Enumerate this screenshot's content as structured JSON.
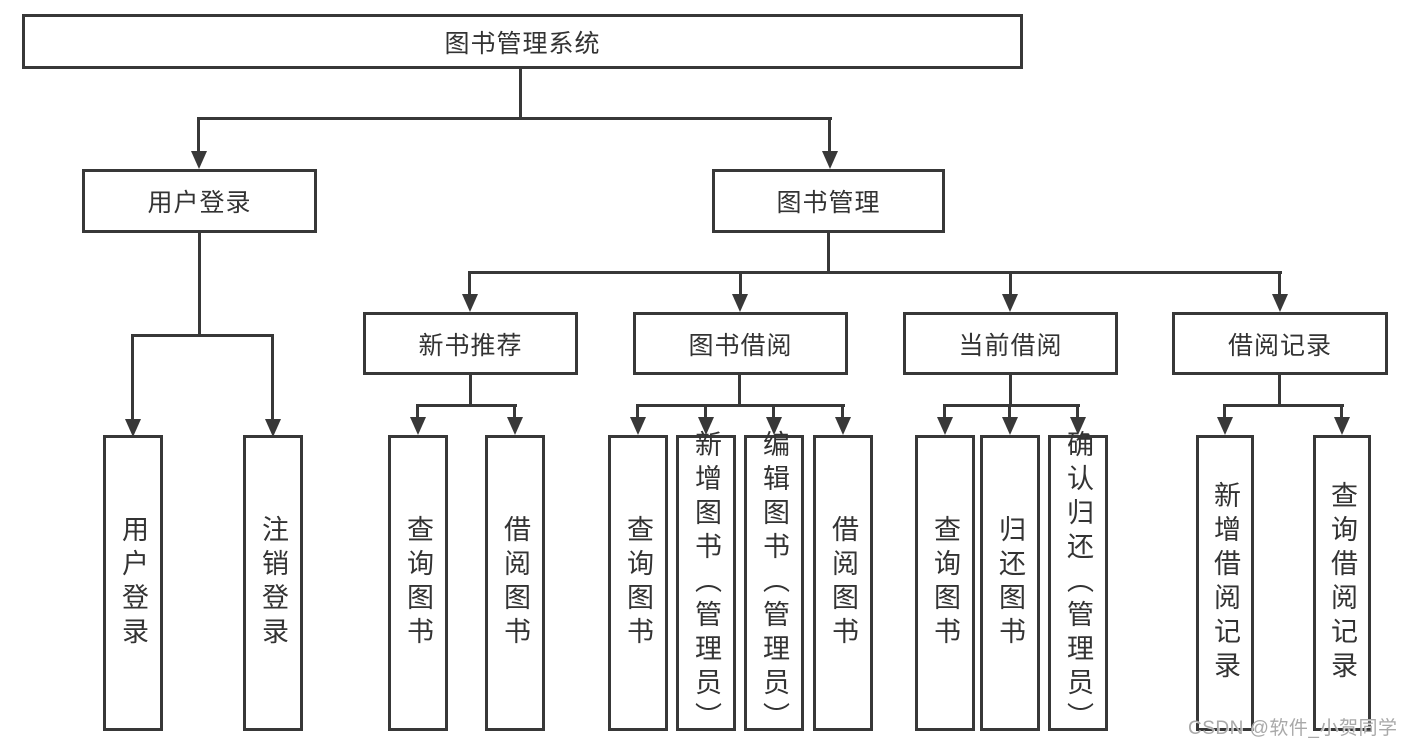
{
  "diagram": {
    "root": {
      "label": "图书管理系统"
    },
    "branches": [
      {
        "label": "用户登录",
        "children": [
          {
            "label": "用户登录"
          },
          {
            "label": "注销登录"
          }
        ]
      },
      {
        "label": "图书管理",
        "children": [
          {
            "label": "新书推荐",
            "children": [
              {
                "label": "查询图书"
              },
              {
                "label": "借阅图书"
              }
            ]
          },
          {
            "label": "图书借阅",
            "children": [
              {
                "label": "查询图书"
              },
              {
                "label": "新增图书（管理员）"
              },
              {
                "label": "编辑图书（管理员）"
              },
              {
                "label": "借阅图书"
              }
            ]
          },
          {
            "label": "当前借阅",
            "children": [
              {
                "label": "查询图书"
              },
              {
                "label": "归还图书"
              },
              {
                "label": "确认归还（管理员）"
              }
            ]
          },
          {
            "label": "借阅记录",
            "children": [
              {
                "label": "新增借阅记录"
              },
              {
                "label": "查询借阅记录"
              }
            ]
          }
        ]
      }
    ]
  },
  "watermark": {
    "text": "CSDN @软件_小贺同学"
  },
  "colors": {
    "line": "#383838",
    "box_border": "#383838",
    "text": "#333333",
    "background": "#ffffff",
    "watermark": "#a9a9a9"
  }
}
